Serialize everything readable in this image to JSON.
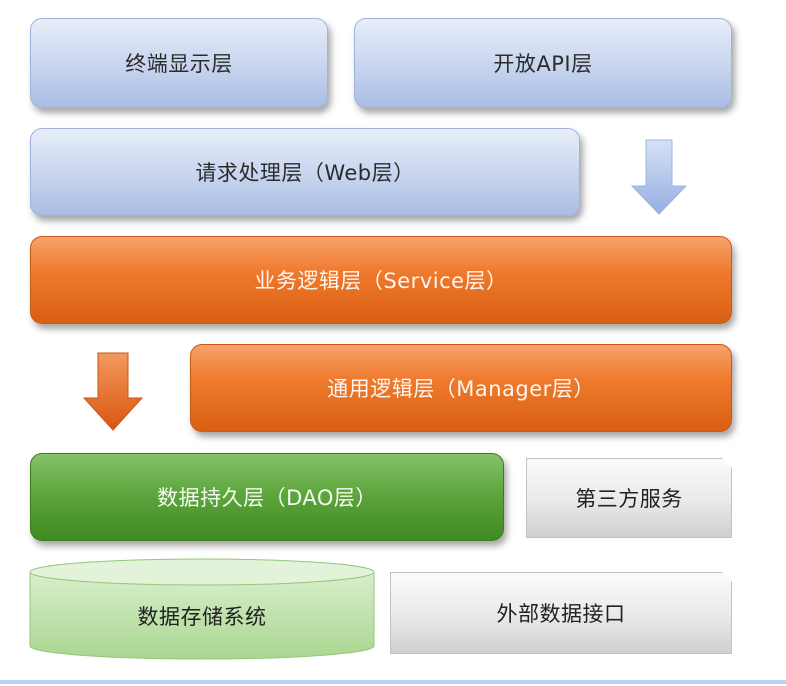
{
  "layers": {
    "terminal_display": "终端显示层",
    "open_api": "开放API层",
    "web": "请求处理层（Web层）",
    "service": "业务逻辑层（Service层）",
    "manager": "通用逻辑层（Manager层）",
    "dao": "数据持久层（DAO层）",
    "third_party": "第三方服务",
    "storage": "数据存储系统",
    "external_interface": "外部数据接口"
  },
  "colors": {
    "blue": "#bcccec",
    "orange": "#ec7426",
    "green": "#56a035",
    "light_green": "#c2e4b0",
    "gray": "#e2e2e2",
    "arrow_blue": "#a7bee6",
    "arrow_orange": "#e2661d"
  }
}
